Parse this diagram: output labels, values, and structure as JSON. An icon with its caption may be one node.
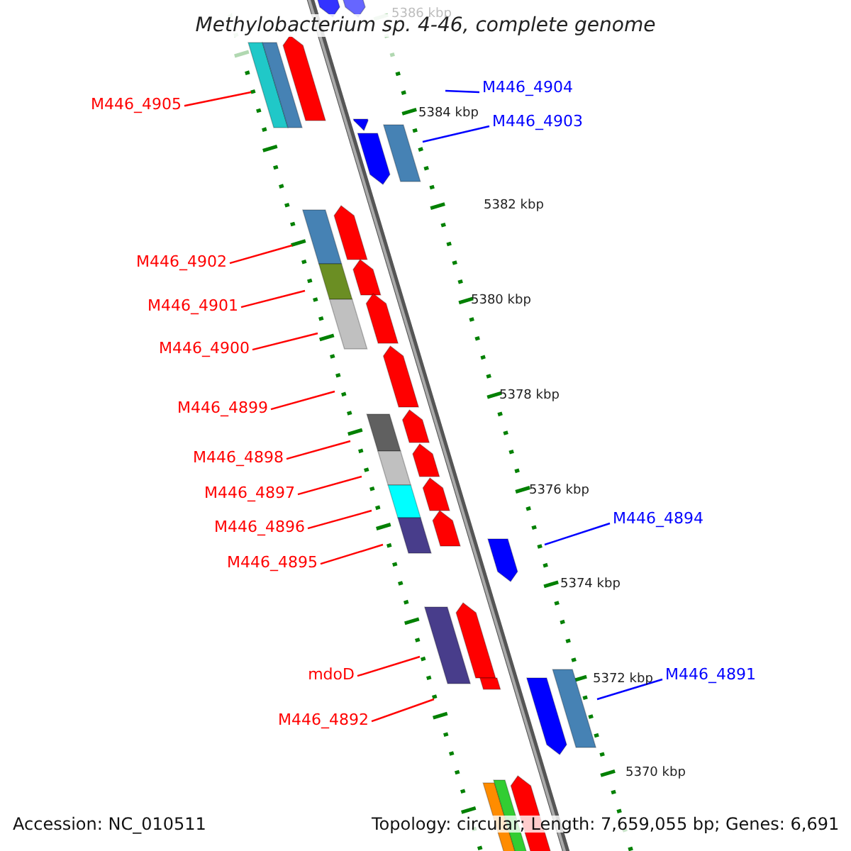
{
  "diagram": {
    "title": "Methylobacterium sp. 4-46, complete genome",
    "nodes": [
      {
        "text": [
          "M446_4904"
        ]
      },
      {
        "text": [
          "M446_4905"
        ]
      },
      {
        "text": [
          "M446_4903"
        ]
      },
      {
        "text": [
          "M446_4902"
        ]
      },
      {
        "text": [
          "M446_4901"
        ]
      },
      {
        "text": [
          "M446_4900"
        ]
      },
      {
        "text": [
          "M446_4899"
        ]
      },
      {
        "text": [
          "M446_4898"
        ]
      },
      {
        "text": [
          "M446_4897"
        ]
      },
      {
        "text": [
          "M446_4896"
        ]
      },
      {
        "text": [
          "M446_4894"
        ]
      },
      {
        "text": [
          "M446_4895"
        ]
      },
      {
        "text": [
          "M446_4891"
        ]
      },
      {
        "text": [
          "mdoD"
        ]
      },
      {
        "text": [
          "M446_4892"
        ]
      }
    ],
    "edges": [
      {
        "from": 0,
        "to": null,
        "arrow": "none",
        "color": "#0000ff"
      },
      {
        "from": 1,
        "to": null,
        "arrow": "none"
      },
      {
        "from": 2,
        "to": null,
        "arrow": "none",
        "color": "#0000ff"
      },
      {
        "from": 3,
        "to": null,
        "arrow": "none"
      },
      {
        "from": 4,
        "to": null,
        "arrow": "none"
      },
      {
        "from": 5,
        "to": null,
        "arrow": "none"
      },
      {
        "from": 6,
        "to": null,
        "arrow": "none"
      },
      {
        "from": 7,
        "to": null,
        "arrow": "none"
      },
      {
        "from": 8,
        "to": null,
        "arrow": "none"
      },
      {
        "from": 9,
        "to": null,
        "arrow": "none"
      },
      {
        "from": 10,
        "to": null,
        "arrow": "none",
        "color": "#0000ff"
      },
      {
        "from": 11,
        "to": null,
        "arrow": "none"
      },
      {
        "from": 12,
        "to": null,
        "arrow": "none",
        "color": "#0000ff"
      },
      {
        "from": 13,
        "to": null,
        "arrow": "none"
      },
      {
        "from": 14,
        "to": null,
        "arrow": "none"
      }
    ],
    "labels": [
      "5386 kbp",
      "5384 kbp",
      "5382 kbp",
      "5380 kbp",
      "5378 kbp",
      "5376 kbp",
      "5374 kbp",
      "5372 kbp",
      "5370 kbp",
      "Accession: NC_010511",
      "Topology: circular; Length: 7,659,055 bp; Genes: 6,691"
    ]
  }
}
